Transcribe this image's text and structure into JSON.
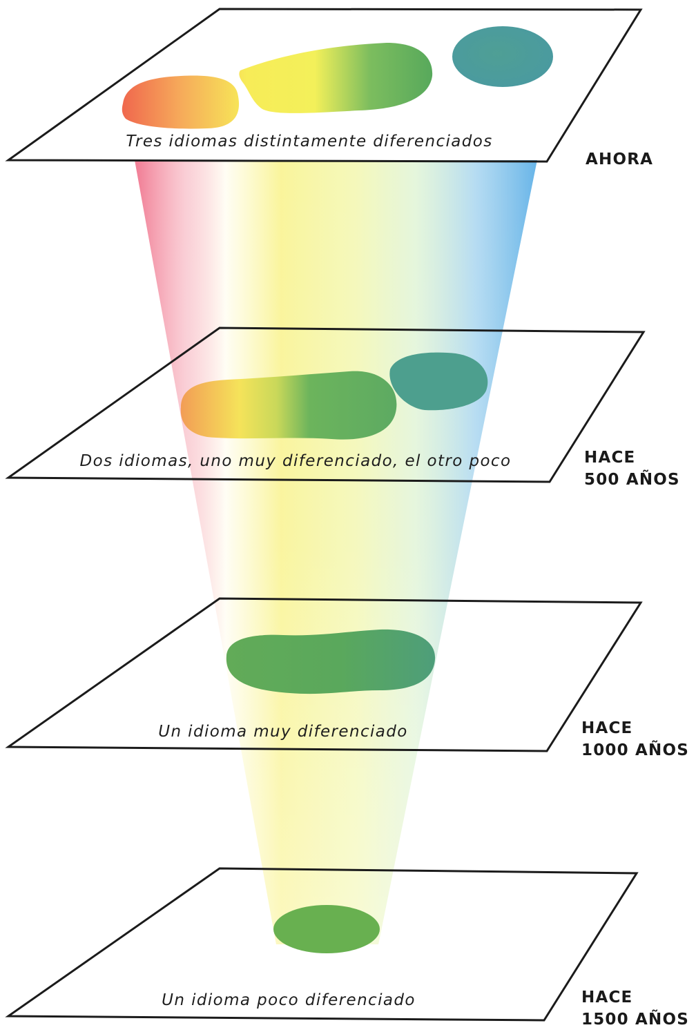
{
  "colors": {
    "red": "#ef5a5a",
    "orange": "#f39a52",
    "yellow": "#f6ef4e",
    "green": "#5fad5a",
    "teal": "#4e9f93",
    "blue": "#57a9e0",
    "outline": "#1b1b1b"
  },
  "levels": [
    {
      "caption": "Tres idiomas distintamente diferenciados",
      "time_label_lines": [
        "AHORA"
      ]
    },
    {
      "caption": "Dos idiomas, uno muy diferenciado, el otro poco",
      "time_label_lines": [
        "HACE",
        "500 AÑOS"
      ]
    },
    {
      "caption": "Un idioma muy diferenciado",
      "time_label_lines": [
        "HACE",
        "1000 AÑOS"
      ]
    },
    {
      "caption": "Un idioma poco diferenciado",
      "time_label_lines": [
        "HACE",
        "1500 AÑOS"
      ]
    }
  ]
}
